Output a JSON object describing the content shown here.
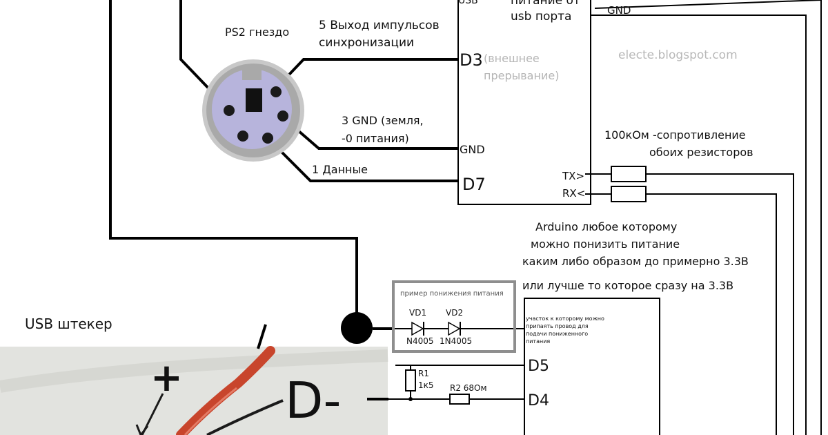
{
  "labels": {
    "ps2_socket": "PS2 гнездо",
    "pin5_line1": "5 Выход импульсов",
    "pin5_line2": "синхронизации",
    "pin3_line1": "3 GND (земля,",
    "pin3_line2": "-0 питания)",
    "pin1": "1 Данные",
    "arduino_d3": "D3",
    "interrupt_line1": "(внешнее",
    "interrupt_line2": "прерывание)",
    "arduino_gnd": "GND",
    "arduino_d7": "D7",
    "usb_power_line1": "питание от",
    "usb_power_line2": "usb порта",
    "usb_label_partial": "USB",
    "gnd_top": "GND",
    "blog": "electe.blogspot.com",
    "resistor_note_line1": "100кОм -сопротивление",
    "resistor_note_line2": "обоих резисторов",
    "tx": "TX>",
    "rx": "RX<",
    "arduino_note_line1": "Arduino любое которому",
    "arduino_note_line2": "можно понизить питание",
    "arduino_note_line3": "каким либо образом до примерно 3.3В",
    "arduino_note_line4": "или лучше то которое сразу на 3.3В",
    "usb_plug": "USB штекер",
    "power_example_title": "пример понижения питания",
    "vd1": "VD1",
    "vd2": "VD2",
    "diode1_part": "N4005",
    "diode2_part": "1N4005",
    "area_note_line1": "участок к которому можно",
    "area_note_line2": "припаять провод для",
    "area_note_line3": "подачи пониженного",
    "area_note_line4": "питания",
    "d5": "D5",
    "d4": "D4",
    "r1": "R1",
    "r1_value": "1к5",
    "r2_label": "R2 68Ом",
    "photo_plus": "+",
    "photo_dminus": "D-"
  },
  "colors": {
    "line": "#000000",
    "ps2_body": "#c8c8c8",
    "ps2_face": "#b7b4dc",
    "photo_bg": "#e2e3df",
    "wire_red": "#c8452c",
    "wire_white": "#e9e4d6",
    "example_box": "#8e8e8e"
  }
}
